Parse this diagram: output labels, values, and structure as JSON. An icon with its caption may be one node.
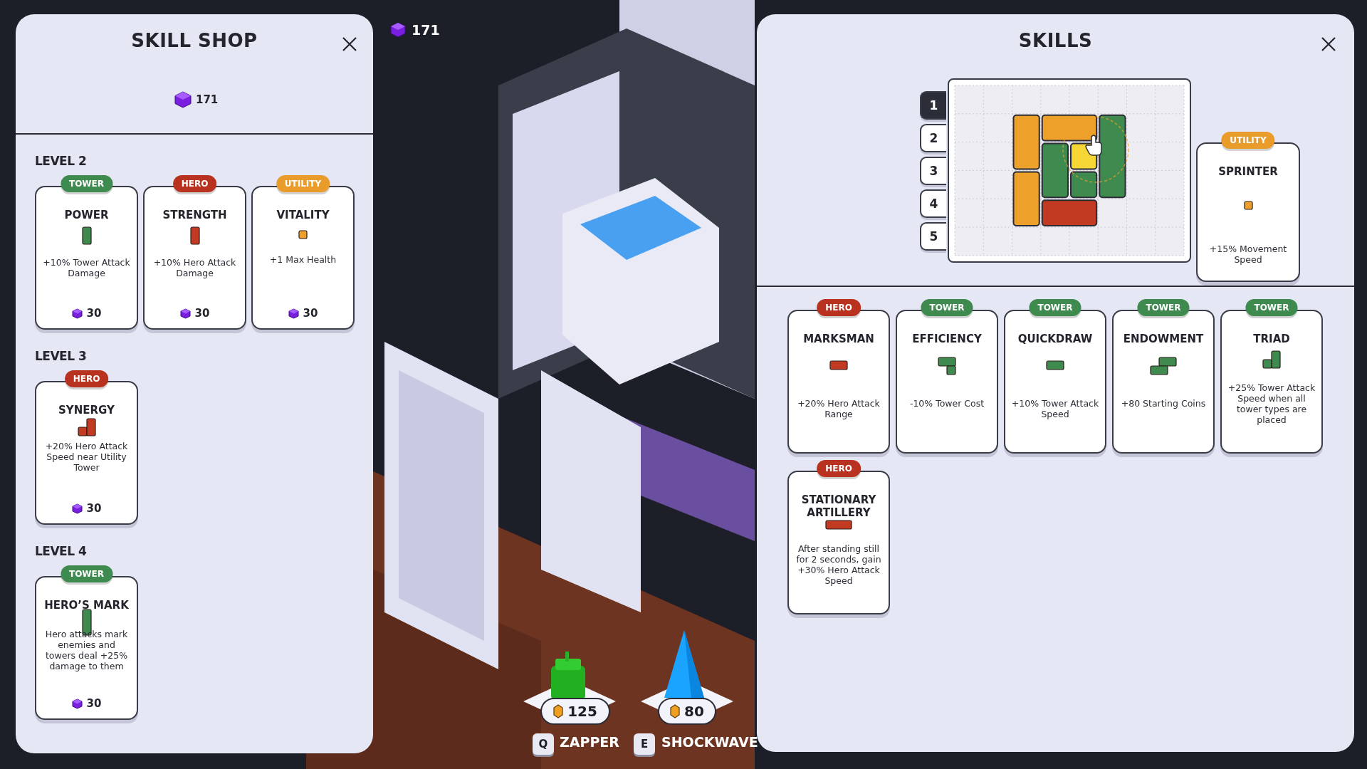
{
  "diagram": {
    "nodes": [
      {
        "text": [
          "SKILL SHOP"
        ]
      },
      {
        "text": [
          "TOWER",
          "POWER",
          "+10% Tower Attack Damage",
          "30"
        ],
        "in": 0
      },
      {
        "text": [
          "HERO",
          "STRENGTH",
          "+10% Hero Attack Damage",
          "30"
        ],
        "in": 0
      },
      {
        "text": [
          "UTILITY",
          "VITALITY",
          "+1 Max Health",
          "30"
        ],
        "in": 0
      },
      {
        "text": [
          "HERO",
          "SYNERGY",
          "+20% Hero Attack Speed near Utility Tower",
          "30"
        ],
        "in": 0
      },
      {
        "text": [
          "TOWER",
          "HERO’S MARK",
          "Hero attacks mark enemies and towers deal +25% damage to them",
          "30"
        ],
        "in": 0
      },
      {
        "text": [
          "SKILLS"
        ]
      },
      {
        "text": [
          "1"
        ],
        "in": 6
      },
      {
        "text": [
          "2"
        ],
        "in": 6
      },
      {
        "text": [
          "3"
        ],
        "in": 6
      },
      {
        "text": [
          "4"
        ],
        "in": 6
      },
      {
        "text": [
          "5"
        ],
        "in": 6
      },
      {
        "text": [],
        "shape": "picture",
        "in": 6
      },
      {
        "text": [
          "UTILITY",
          "SPRINTER",
          "+15% Movement Speed"
        ],
        "in": 6
      },
      {
        "text": [
          "HERO",
          "MARKSMAN",
          "+20% Hero Attack Range"
        ],
        "in": 6
      },
      {
        "text": [
          "TOWER",
          "EFFICIENCY",
          "-10% Tower Cost"
        ],
        "in": 6
      },
      {
        "text": [
          "TOWER",
          "QUICKDRAW",
          "+10% Tower Attack Speed"
        ],
        "in": 6
      },
      {
        "text": [
          "TOWER",
          "ENDOWMENT",
          "+80 Starting Coins"
        ],
        "in": 6
      },
      {
        "text": [
          "TOWER",
          "TRIAD",
          "+25% Tower Attack Speed when all tower types are placed"
        ],
        "in": 6
      },
      {
        "text": [
          "HERO",
          "STATIONARY ARTILLERY",
          "After standing still for 2 seconds, gain +30% Hero Attack Speed"
        ],
        "in": 6
      },
      {
        "text": [
          "125"
        ]
      },
      {
        "text": [
          "80"
        ]
      },
      {
        "text": [
          "Q"
        ]
      },
      {
        "text": [
          "E"
        ]
      }
    ],
    "labels": [
      "171",
      "LEVEL 2",
      "LEVEL 3",
      "LEVEL 4",
      "171",
      "ZAPPER",
      "SHOCKWAVE"
    ]
  }
}
